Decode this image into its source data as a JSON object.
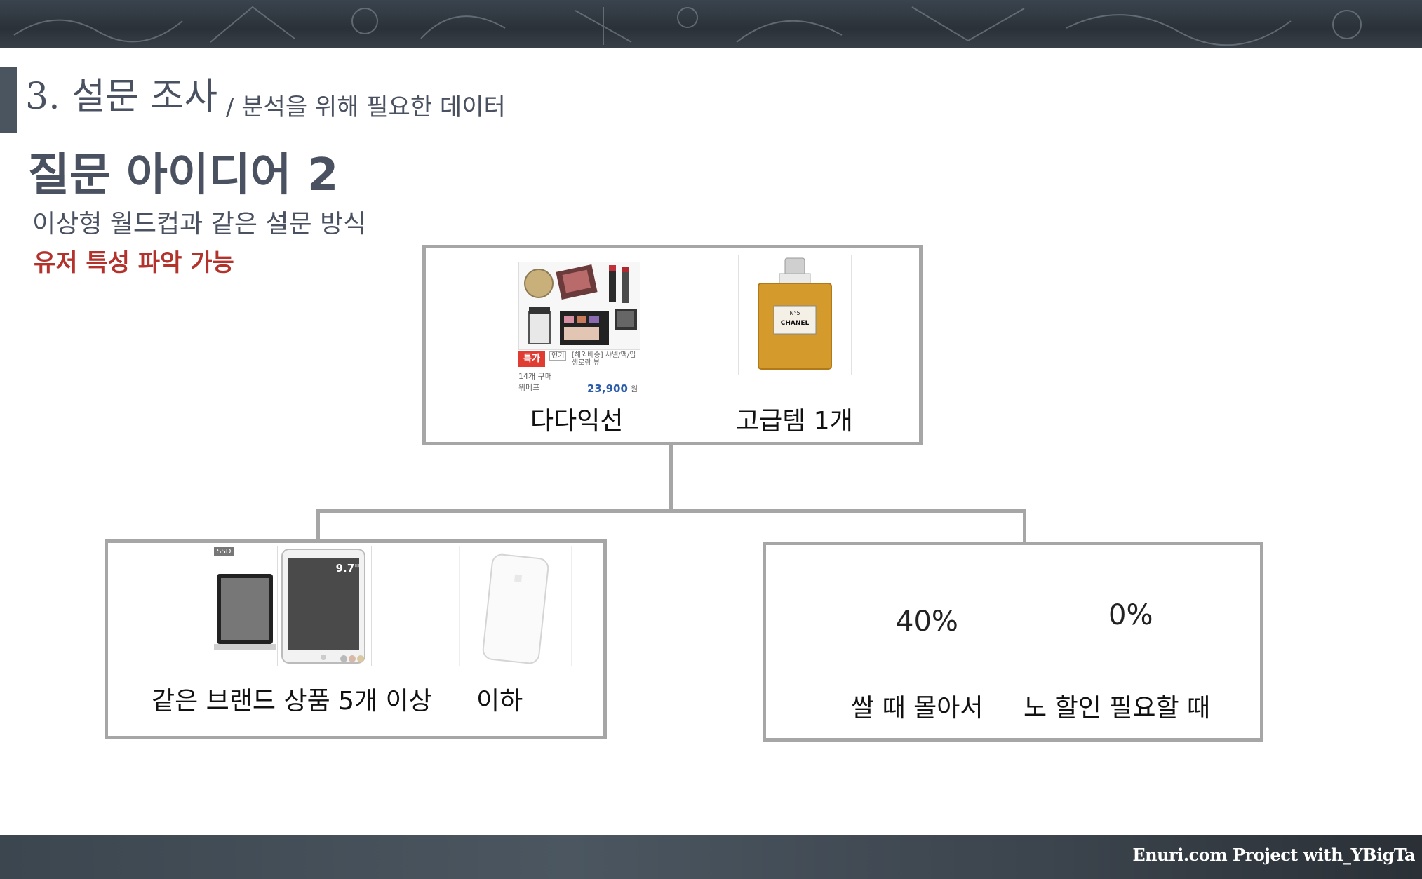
{
  "header": {
    "section_title": "3. 설문 조사",
    "section_subtitle": "/ 분석을 위해 필요한 데이터"
  },
  "idea": {
    "title": "질문 아이디어 2",
    "description": "이상형 월드컵과 같은 설문 방식",
    "highlight": "유저 특성 파악 가능",
    "highlight_color": "#b3332c"
  },
  "top_box": {
    "left_label": "다다익선",
    "right_label": "고급템 1개",
    "product_card": {
      "badge": "특가",
      "tag": "인기",
      "name": "[해외배송] 샤넬/맥/입생로랑 뷰",
      "purchases": "14개 구매",
      "seller": "위메프",
      "price": "23,900",
      "currency": "원"
    },
    "perfume_brand": "CHANEL",
    "perfume_number": "N°5"
  },
  "left_box": {
    "left_label": "같은 브랜드 상품 5개 이상",
    "right_label": "이하",
    "laptop_tag": "SSD",
    "tablet_size": "9.7\""
  },
  "right_box": {
    "left_pct": "40%",
    "right_pct": "0%",
    "left_label": "쌀 때 몰아서",
    "right_label": "노 할인 필요할 때"
  },
  "footer": {
    "text": "Enuri.com Project with_YBigTa"
  },
  "colors": {
    "accent": "#4b5560",
    "box_border": "#a6a6a6",
    "title_text": "#4a5160"
  }
}
